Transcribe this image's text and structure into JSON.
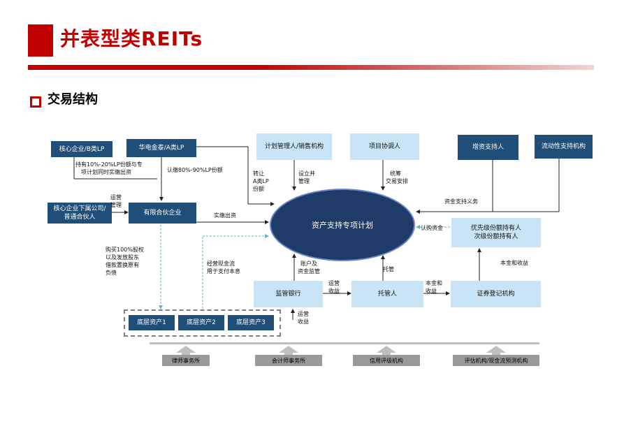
{
  "page": {
    "title": "并表型类REITs",
    "section": "交易结构"
  },
  "diagram": {
    "center": "资产支持专项计划",
    "nodes": {
      "core_b_lp": "核心企业/B类LP",
      "huadian_a_lp": "华电金泰/A类LP",
      "subsidiary_gp": "核心企业下属公司/普通合伙人",
      "ltd_partnership": "有限合伙企业",
      "plan_manager": "计划管理人/销售机构",
      "project_coordinator": "项目协调人",
      "credit_enhancer": "增资支持人",
      "liquidity_supporter": "流动性支持机构",
      "senior_holders_line1": "优先级份额持有人",
      "senior_holders_line2": "次级份额持有人",
      "regulator_bank": "监管银行",
      "custodian": "托管人",
      "registry": "证券登记机构",
      "asset1": "底层资产1",
      "asset2": "底层资产2",
      "asset3": "底层资产3"
    },
    "labels": {
      "hold_share_l1": "持有10%-20%LP份额与专",
      "hold_share_l2": "项计划同时实缴出资",
      "subscribe_80": "认缴80%-90%LP份额",
      "operate_manage_l1": "运营",
      "operate_manage_l2": "管理",
      "transfer_l1": "转让",
      "transfer_l2": "A类LP",
      "transfer_l3": "份额",
      "establish_l1": "设立并",
      "establish_l2": "管理",
      "coordinate_l1": "统筹",
      "coordinate_l2": "交易安排",
      "fund_support": "资金支持义务",
      "pay_in": "实缴出资",
      "subscribe_funds": "认购资金",
      "principal_income_l1": "本金和收益",
      "buy_l1": "购买100%股权",
      "buy_l2": "以及发放股东",
      "buy_l3": "借款置换原有",
      "buy_l4": "负债",
      "cashflow_l1": "经营现金流",
      "cashflow_l2": "用于支付本息",
      "account_l1": "账户及",
      "account_l2": "资金监管",
      "custody": "托管",
      "op_income_l1": "运营",
      "op_income_l2": "收益",
      "principal_l1": "本金和",
      "principal_l2": "收益",
      "op_income2_l1": "运营",
      "op_income2_l2": "收益"
    },
    "service_providers": [
      "律师事务所",
      "会计师事务所",
      "信用评级机构",
      "评估机构/现金流预测机构"
    ]
  },
  "colors": {
    "brand_red": "#c00000",
    "dark_blue": "#1f4e79",
    "light_blue": "#c9e4f6",
    "ellipse": "#1f3b68"
  }
}
